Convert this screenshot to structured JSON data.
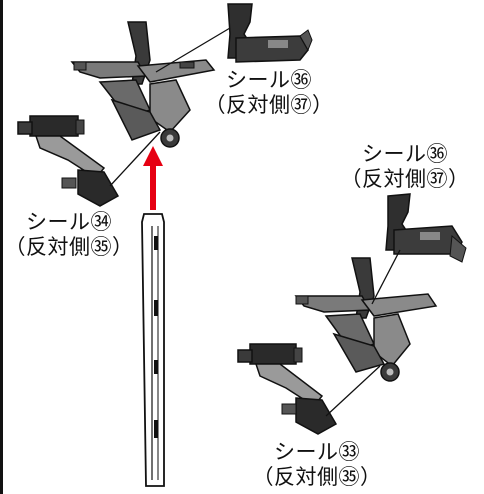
{
  "labels": {
    "top_right": {
      "seal": "シール㊱",
      "opposite": "（反対側㊲）"
    },
    "left": {
      "seal": "シール㉞",
      "opposite": "（反対側㉟）"
    },
    "right": {
      "seal": "シール㊱",
      "opposite": "（反対側㊲）"
    },
    "bottom": {
      "seal": "シール㉝",
      "opposite": "（反対側㉟）"
    }
  },
  "colors": {
    "part_dark": "#2b2b2b",
    "part_mid": "#6e6e6e",
    "part_light": "#b5b5b5",
    "arrow": "#e60012",
    "line": "#111111"
  },
  "icons": [
    "x-frame-part",
    "arm-part",
    "bracket-part",
    "rail-part",
    "assembly-arrow"
  ]
}
